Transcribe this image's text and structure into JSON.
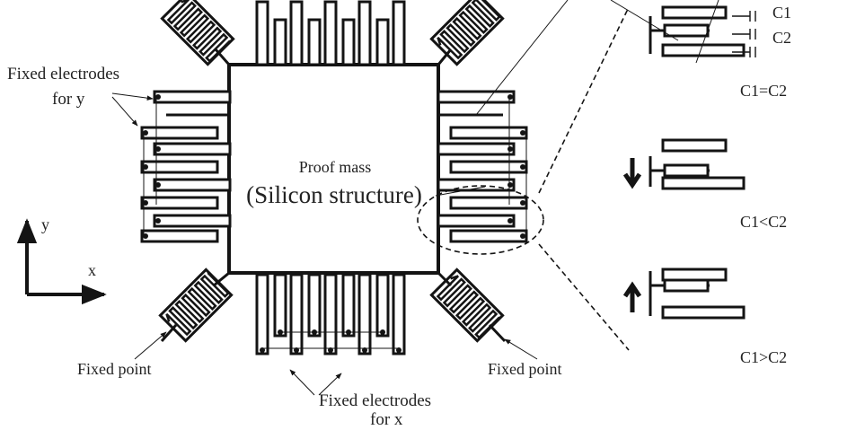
{
  "labels": {
    "fixed_electrodes_y": [
      "Fixed electrodes",
      "for y"
    ],
    "fixed_electrodes_x": [
      "Fixed electrodes",
      "for x"
    ],
    "proof_mass": "Proof mass",
    "silicon_structure": "(Silicon structure)",
    "fixed_point_left": "Fixed point",
    "fixed_point_right": "Fixed point",
    "axis_x": "x",
    "axis_y": "y",
    "c1": "C1",
    "c2": "C2"
  },
  "states": [
    {
      "caption": "C1=C2",
      "arrow": "none"
    },
    {
      "caption": "C1<C2",
      "arrow": "down"
    },
    {
      "caption": "C1>C2",
      "arrow": "up"
    }
  ],
  "colors": {
    "stroke": "#141414",
    "text": "#222222",
    "background": "#ffffff"
  }
}
